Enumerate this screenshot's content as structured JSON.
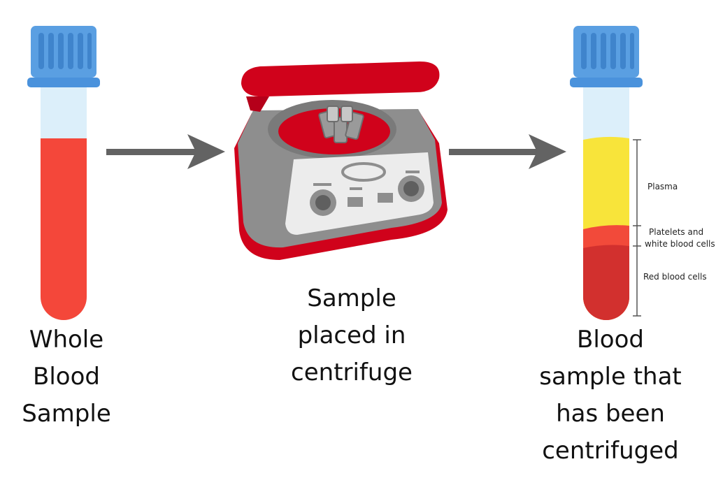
{
  "captions": {
    "whole_blood": [
      "Whole",
      "Blood",
      "Sample"
    ],
    "centrifuge": [
      "Sample",
      "placed in",
      "centrifuge"
    ],
    "separated": [
      "Blood",
      "sample that",
      "has been",
      "centrifuged"
    ]
  },
  "layers": {
    "plasma": "Plasma",
    "platelets": [
      "Platelets and",
      "white blood cells"
    ],
    "red_cells": "Red blood cells"
  },
  "colors": {
    "cap_blue": "#5a9fe2",
    "cap_stripe": "#3f84cc",
    "tube_glass": "#dceffa",
    "whole_blood": "#f4473a",
    "plasma": "#f8e43a",
    "buffy_coat": "#f24a3a",
    "red_cells": "#d2302e",
    "arrow": "#636363",
    "centrifuge_red": "#d0021b",
    "centrifuge_grey": "#8e8e8e",
    "panel": "#ececec"
  },
  "icons": [
    "test-tube-icon",
    "centrifuge-icon",
    "arrow-right-icon"
  ]
}
